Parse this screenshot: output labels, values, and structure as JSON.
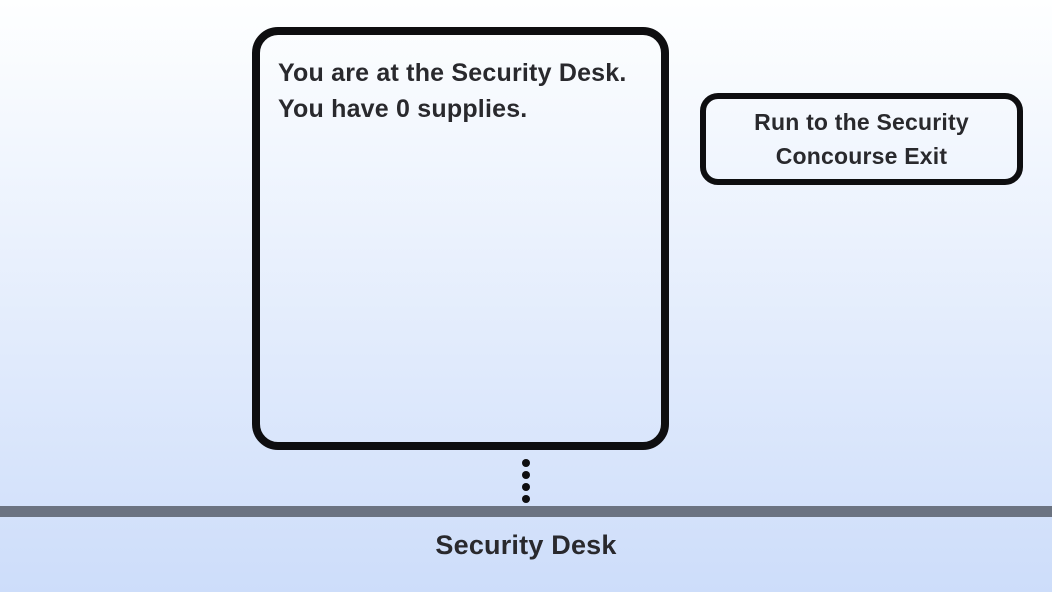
{
  "narration": {
    "line1": "You are at the Security Desk.",
    "line2": "You have 0 supplies."
  },
  "action_button": {
    "line1": "Run to the Security",
    "line2": "Concourse Exit"
  },
  "location": {
    "label": "Security Desk"
  },
  "icons": {
    "connector": "vertical-dotted-line"
  },
  "colors": {
    "background_top": "#feffff",
    "background_bottom": "#cdddfa",
    "outline": "#0e0e10",
    "ground_bar": "#6b7381",
    "text": "#29292d"
  }
}
